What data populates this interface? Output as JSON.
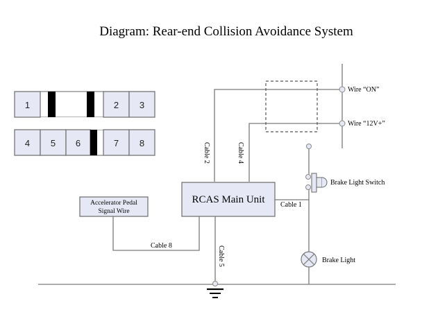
{
  "title": "Diagram: Rear-end Collision Avoidance System",
  "connector": {
    "top_row": [
      "1",
      "2",
      "3"
    ],
    "bottom_row": [
      "4",
      "5",
      "6",
      "7",
      "8"
    ]
  },
  "components": {
    "main_unit": "RCAS Main Unit",
    "accelerator_line1": "Accelerator Pedal",
    "accelerator_line2": "Signal Wire",
    "brake_light_switch": "Brake Light Switch",
    "brake_light": "Brake Light",
    "wire_on": "Wire “ON”",
    "wire_12v": "Wire “12V+”"
  },
  "cables": {
    "cable1": "Cable 1",
    "cable2": "Cable 2",
    "cable4": "Cable 4",
    "cable5": "Cable 5",
    "cable8": "Cable 8"
  },
  "colors": {
    "box_fill": "#e6e9f5",
    "line": "#7a7a7a"
  }
}
